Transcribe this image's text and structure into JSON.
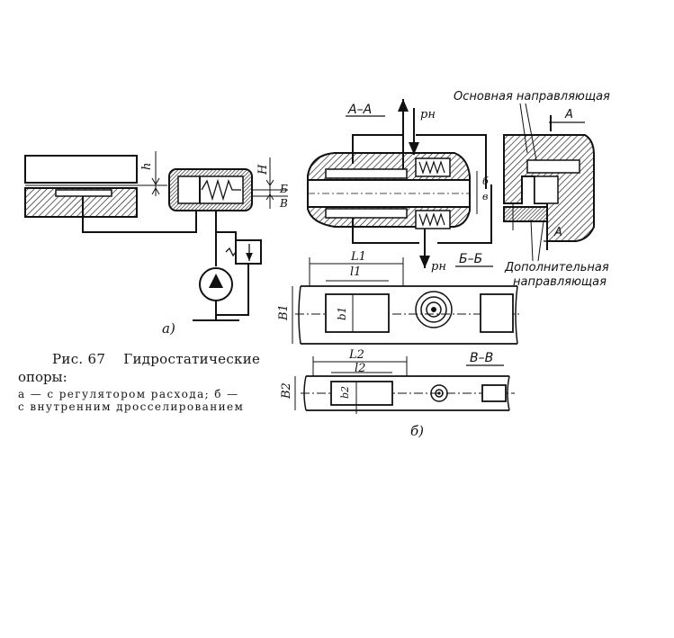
{
  "caption": {
    "number": "Рис. 67",
    "title": "Гидростатические",
    "title_cont": "опоры:",
    "line1": "а — с регулятором расхода; б —",
    "line2": "с внутренним дросселированием"
  },
  "labels": {
    "sub_a": "а)",
    "sub_b": "б)",
    "h": "h",
    "H": "H",
    "b_letter": "Б",
    "v_letter": "В",
    "section_aa": "А–А",
    "section_bb": "Б–Б",
    "section_vv": "В–В",
    "p_top": "pн",
    "p_bottom": "pн",
    "main_guide": "Основная направляющая",
    "aux_guide_1": "Дополнительная",
    "aux_guide_2": "направляющая",
    "a_top": "А",
    "a_bottom": "А",
    "L1": "L1",
    "l1": "l1",
    "B1": "B1",
    "b1": "b1",
    "L2": "L2",
    "l2": "l2",
    "B2": "B2",
    "b2": "b2",
    "b_small": "б",
    "v_small": "в"
  }
}
